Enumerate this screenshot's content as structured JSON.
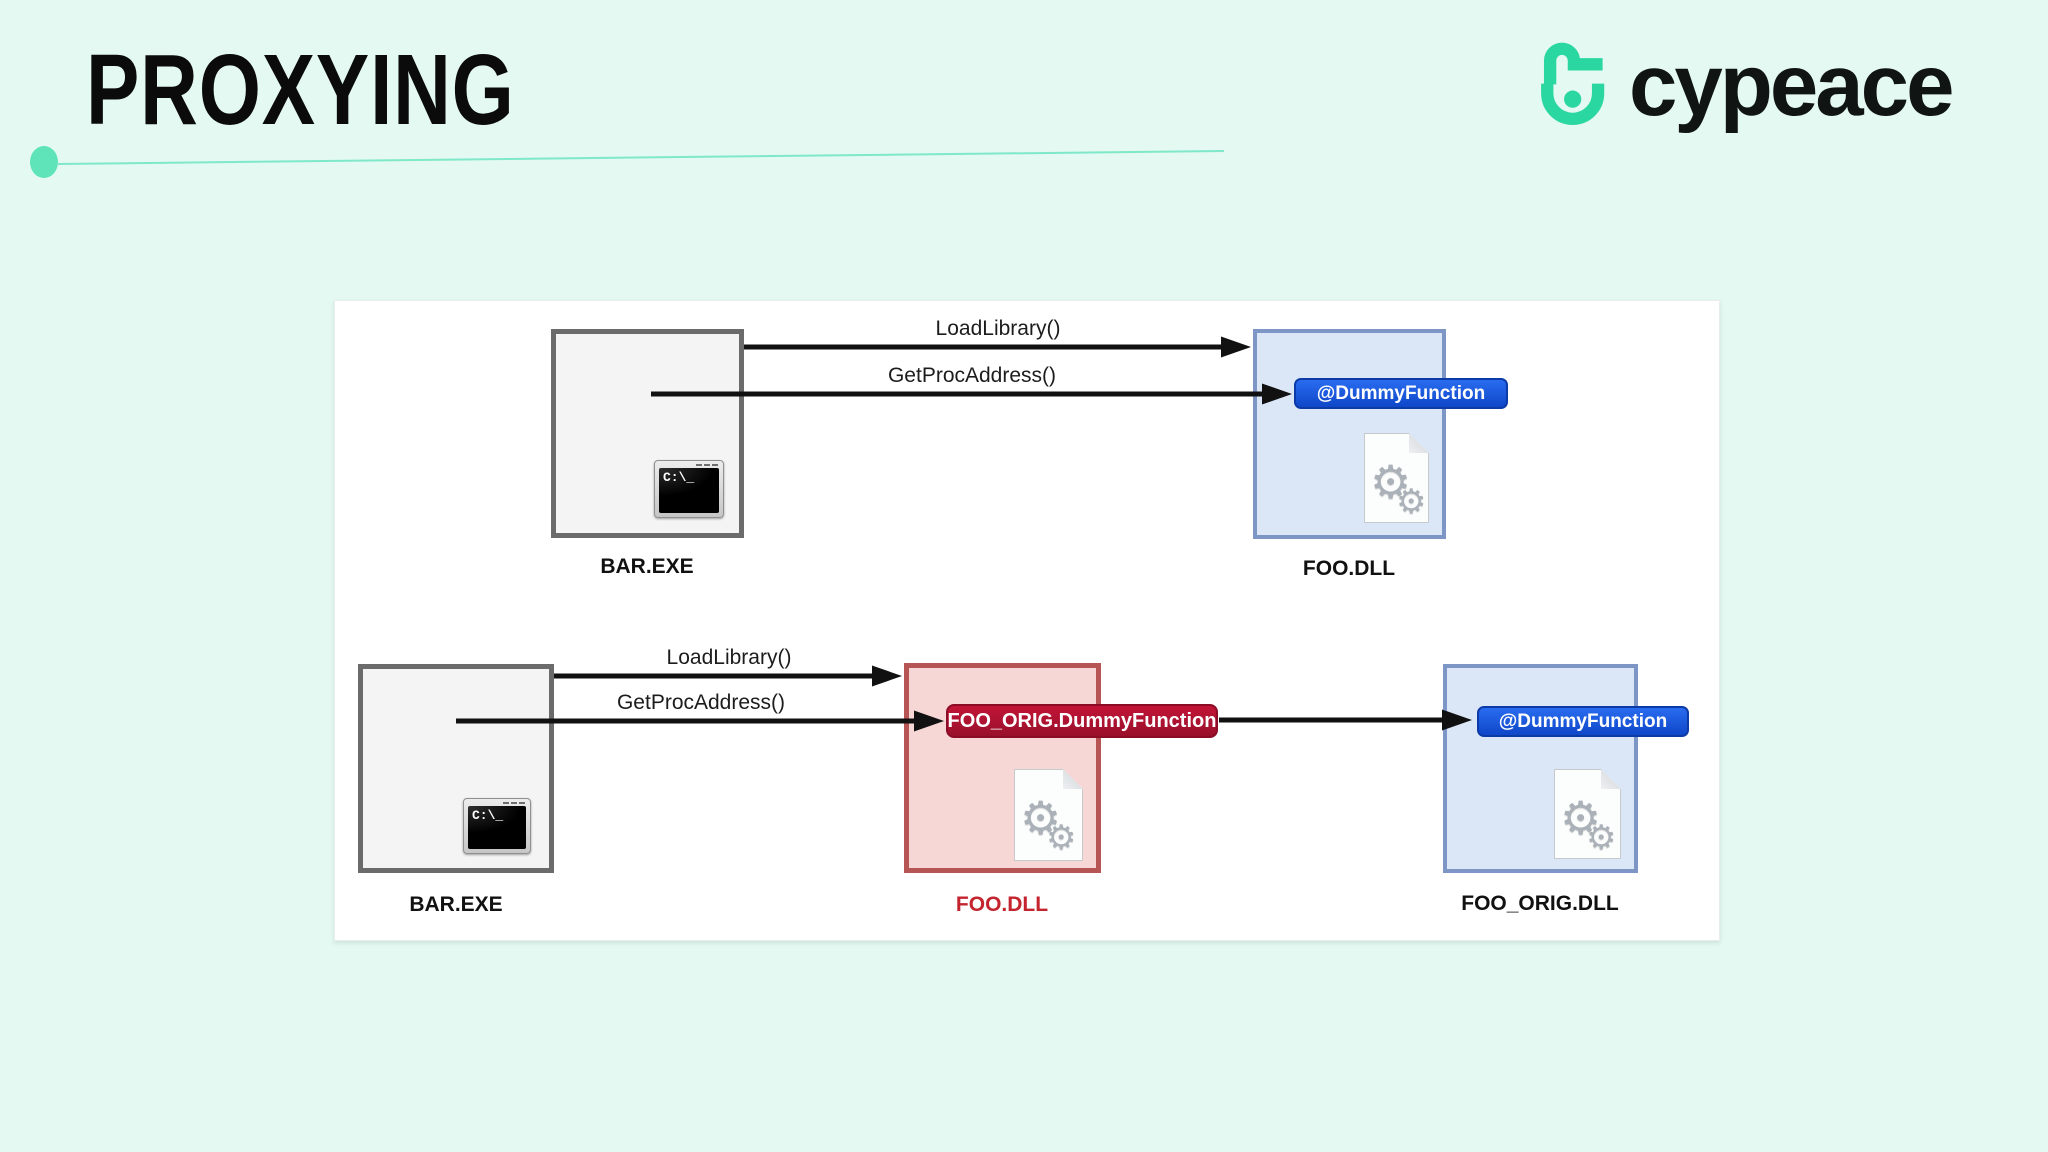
{
  "page": {
    "title": "PROXYING",
    "background": "#e4f9f1",
    "accent": "#2bd7a0"
  },
  "logo": {
    "text": "cypeace",
    "icon": "padlock-icon",
    "icon_color": "#2bd7a0",
    "text_color": "#101513"
  },
  "icons": {
    "gear": "⚙",
    "terminal_text": "C:\\_"
  },
  "diagram": {
    "flows": {
      "top": {
        "source_label": "BAR.EXE",
        "calls": [
          {
            "label": "LoadLibrary()"
          },
          {
            "label": "GetProcAddress()"
          }
        ],
        "target_label": "FOO.DLL",
        "target_badge": "@DummyFunction"
      },
      "bottom": {
        "source_label": "BAR.EXE",
        "calls": [
          {
            "label": "LoadLibrary()"
          },
          {
            "label": "GetProcAddress()"
          }
        ],
        "proxy_label": "FOO.DLL",
        "proxy_badge": "FOO_ORIG.DummyFunction",
        "target_label": "FOO_ORIG.DLL",
        "target_badge": "@DummyFunction"
      }
    },
    "colors": {
      "exe_box_fill": "#f4f4f4",
      "exe_box_border": "#6b6b6b",
      "dll_box_fill": "#dbe7f7",
      "dll_box_border": "#7d96c5",
      "proxy_box_fill": "#f7d6d6",
      "proxy_box_border": "#b65553",
      "blue_badge": "#1557e0",
      "red_badge": "#b01030",
      "proxy_label_color": "#c4242e",
      "arrow_color": "#111111"
    }
  }
}
